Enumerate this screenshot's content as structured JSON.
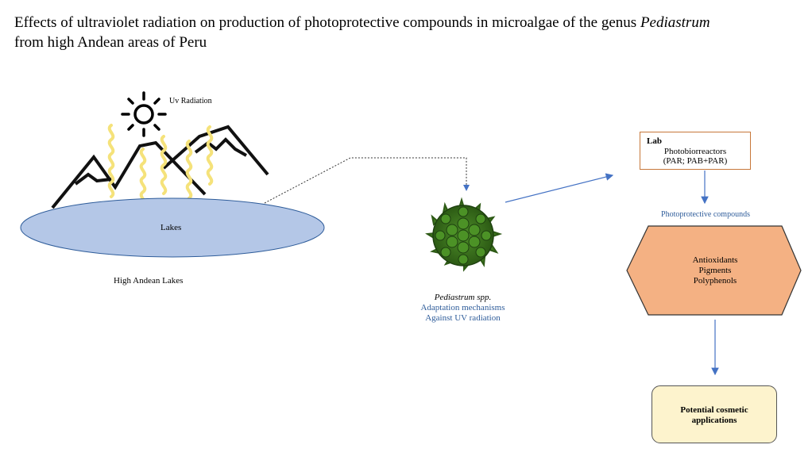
{
  "title": {
    "text": "Effects of ultraviolet radiation on production of photoprotective compounds in microalgae of the genus ",
    "italic": "Pediastrum",
    "line2": "from high Andean  areas of Peru"
  },
  "left": {
    "uv_label": "Uv Radiation",
    "lake_label": "Lakes",
    "caption": "High Andean Lakes"
  },
  "middle": {
    "species": "Pediastrum spp.",
    "line1": "Adaptation mechanisms",
    "line2": "Against UV radiation"
  },
  "lab_box": {
    "heading": "Lab",
    "line1": "Photobiorreactors",
    "line2": "(PAR; PAB+PAR)"
  },
  "photoprotective_label": "Photoprotective compounds",
  "compounds": {
    "line1": "Antioxidants",
    "line2": "Pigments",
    "line3": "Polyphenols"
  },
  "cosmetic": {
    "line1": "Potential cosmetic",
    "line2": "applications"
  },
  "colors": {
    "arrow": "#4472c4",
    "lake_fill": "#b4c7e7",
    "hexagon_fill": "#f4b183",
    "cosmetic_fill": "#fdf3cd",
    "uv_wave": "#f5e27a",
    "algae": "#3f7a1e",
    "text_blue": "#2e5c9a"
  },
  "icons": [
    "sun-icon",
    "mountain-icon",
    "uv-wave-icon",
    "pediastrum-algae-icon"
  ]
}
